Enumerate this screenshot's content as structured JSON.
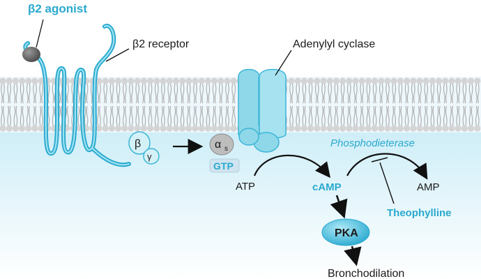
{
  "labels": {
    "agonist": "β2 agonist",
    "receptor": "β2 receptor",
    "adenylyl_cyclase": "Adenylyl cyclase",
    "phosphodiesterase": "Phosphodieterase",
    "beta": "β",
    "gamma": "γ",
    "alpha_s": "α",
    "alpha_s_sub": "s",
    "gtp": "GTP",
    "atp": "ATP",
    "camp": "cAMP",
    "amp": "AMP",
    "pka": "PKA",
    "theophylline": "Theophylline",
    "bronchodilation": "Bronchodilation"
  },
  "colors": {
    "accent_blue": "#2aa9cf",
    "membrane_head": "#d2d2d2",
    "membrane_bg": "#bfe7f5",
    "cytoplasm": "#e6f6fb",
    "protein": "#8fd8ea",
    "protein_stroke": "#3bb6d6",
    "gtp_box": "#cfe4ee",
    "text_dark": "#1a1a1a"
  }
}
